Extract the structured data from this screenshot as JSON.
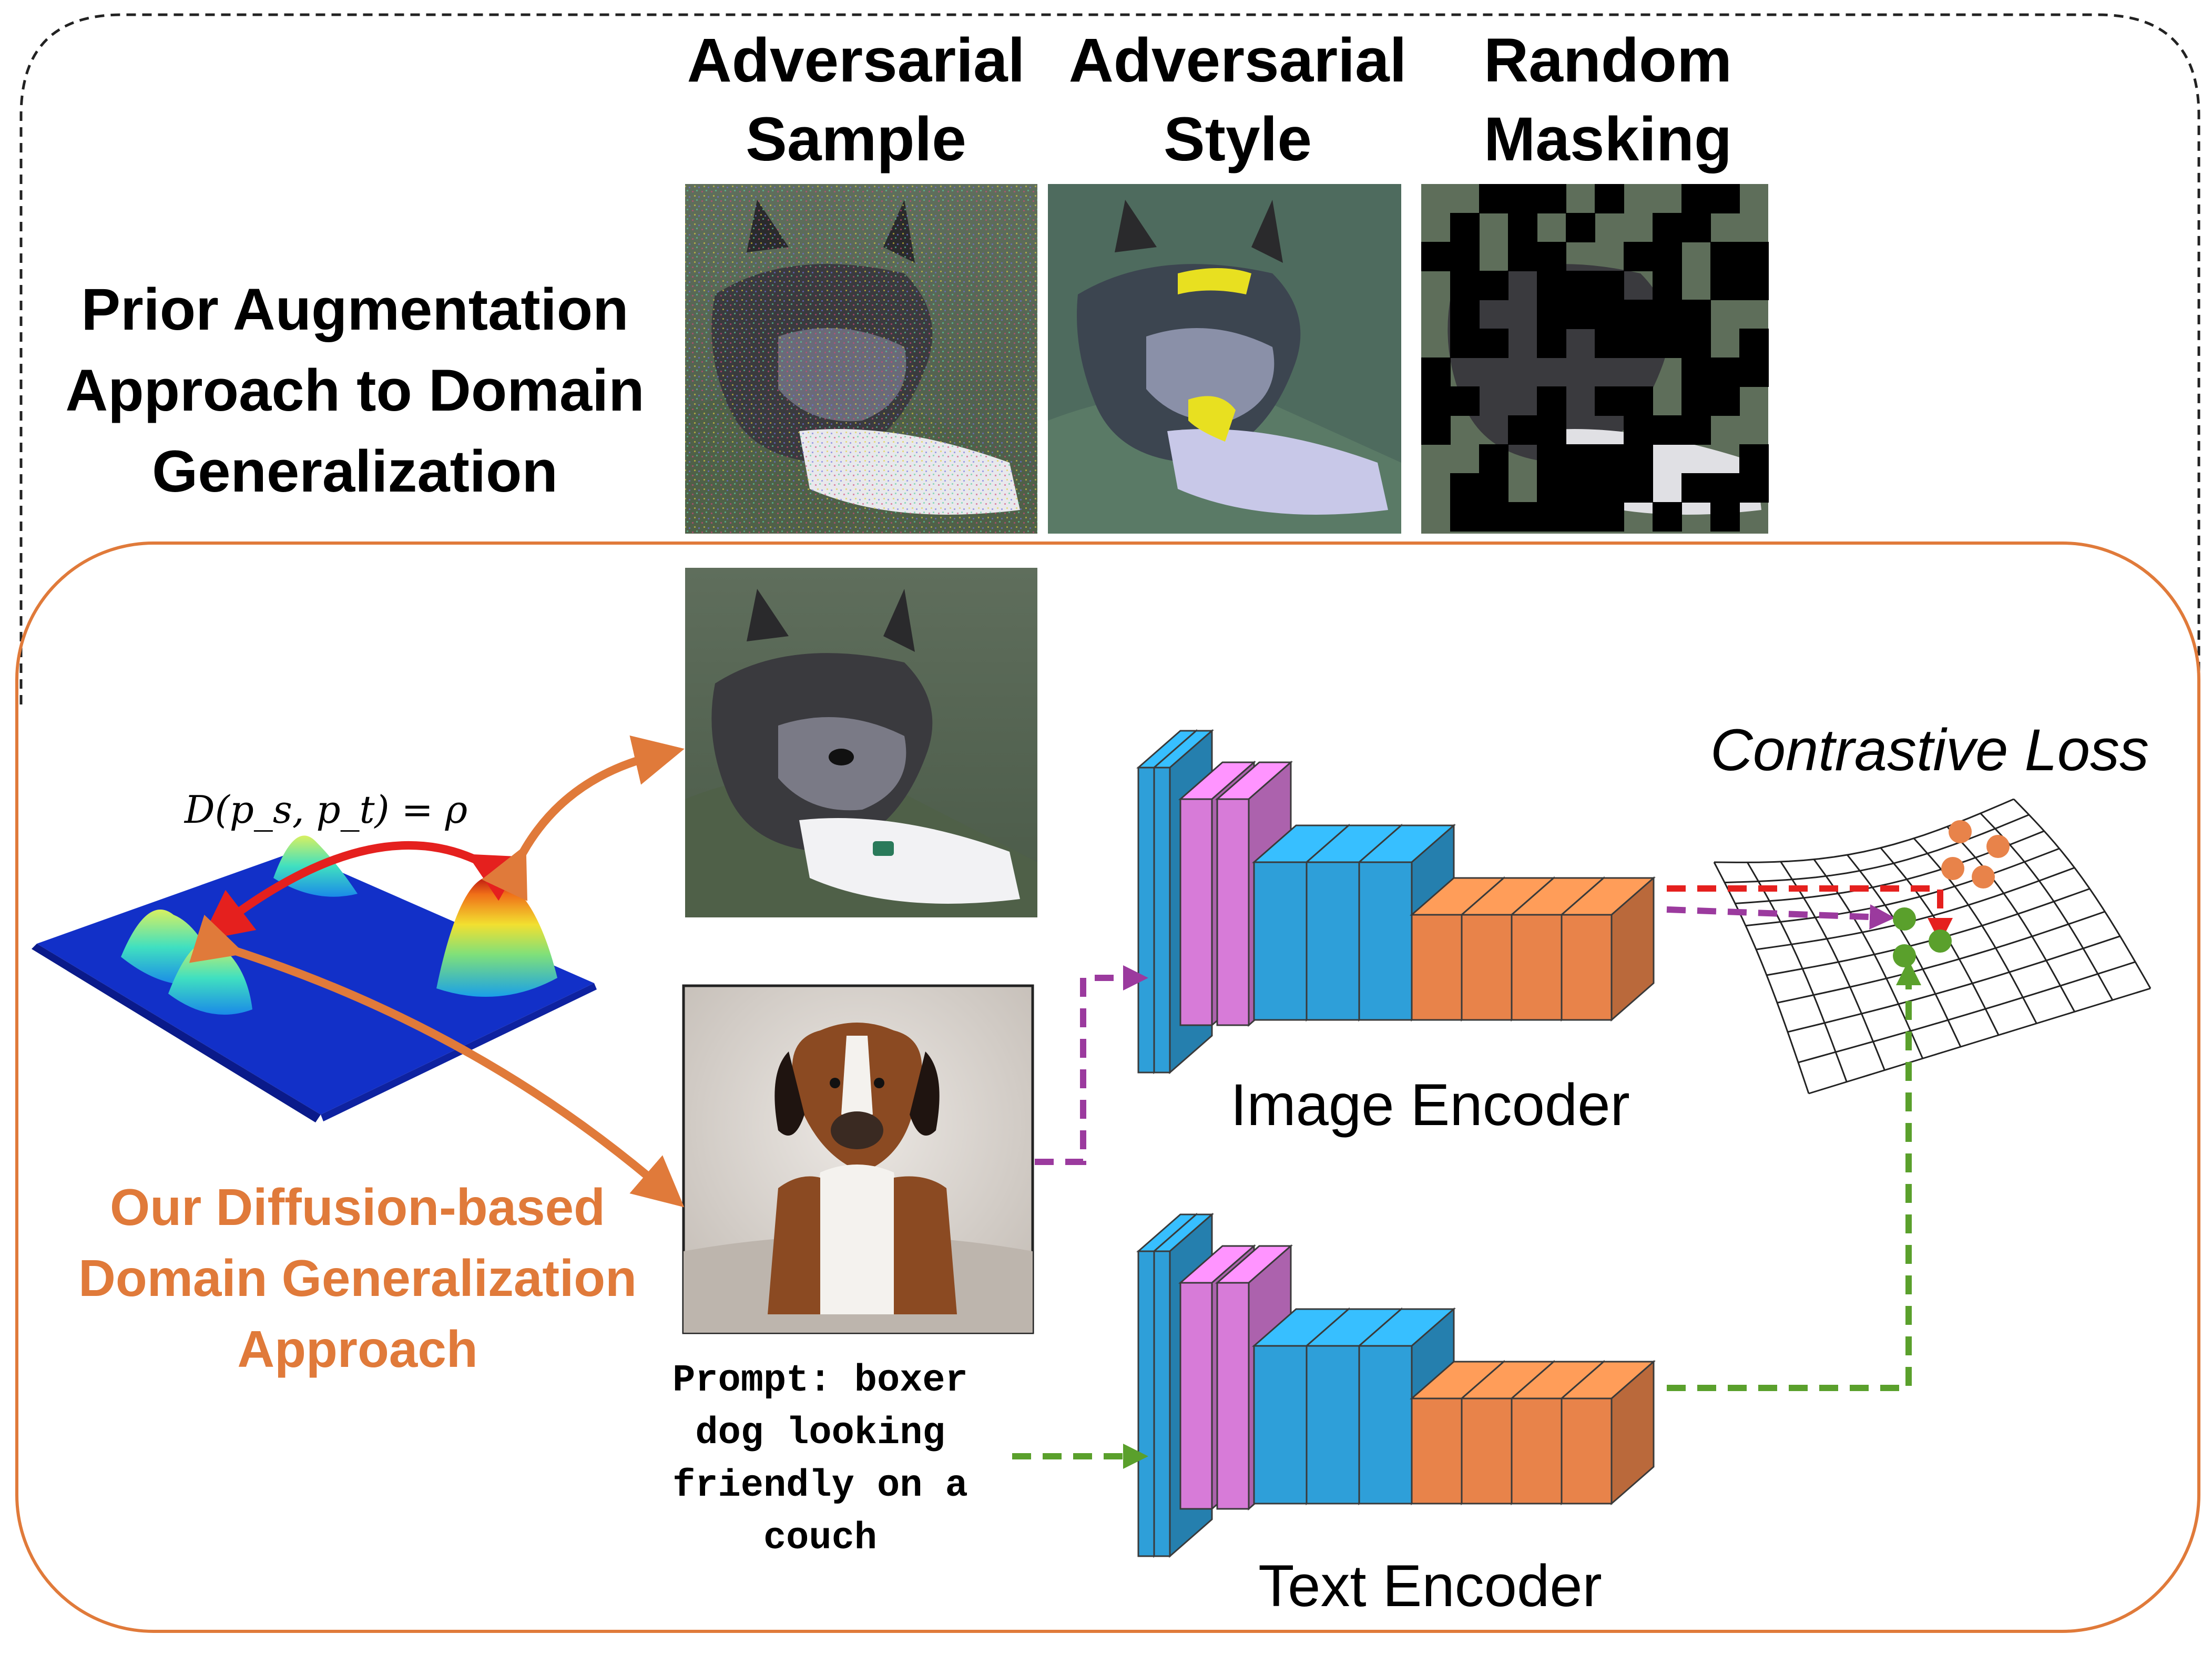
{
  "top_panel": {
    "title_lines": [
      "Prior Augmentation",
      "Approach to Domain",
      "Generalization"
    ],
    "columns": [
      {
        "lines": [
          "Adversarial",
          "Sample"
        ]
      },
      {
        "lines": [
          "Adversarial",
          "Style"
        ]
      },
      {
        "lines": [
          "Random",
          "Masking"
        ]
      }
    ]
  },
  "bottom_panel": {
    "approach_lines": [
      "Our Diffusion-based",
      "Domain Generalization",
      "Approach"
    ],
    "distance_formula": "D(p_s, p_t) = ρ",
    "prompt_lines": [
      "Prompt: boxer",
      "dog looking",
      "friendly on a",
      "couch"
    ],
    "image_encoder_label": "Image Encoder",
    "text_encoder_label": "Text Encoder",
    "loss_label": "Contrastive Loss"
  },
  "colors": {
    "orange": "#E07A3A",
    "red": "#E5201E",
    "purple": "#9B3A9E",
    "green": "#5AA02C",
    "blue_block": "#2E9FD9",
    "pink_block": "#D77BD8",
    "orange_block": "#E8834A"
  }
}
